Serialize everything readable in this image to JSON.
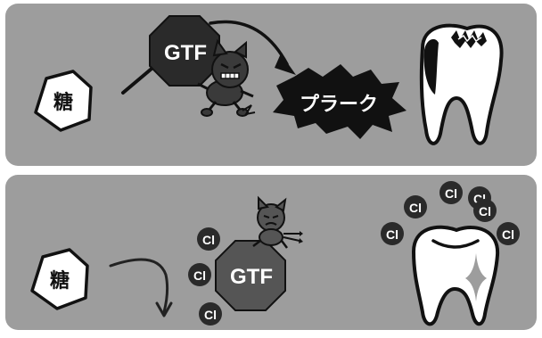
{
  "panel_top": {
    "sugar_label": "糖",
    "enzyme_label": "GTF",
    "plaque_label": "プラーク"
  },
  "panel_bottom": {
    "sugar_label": "糖",
    "enzyme_label": "GTF",
    "chloride_label": "Cl"
  },
  "colors": {
    "panel_bg": "#9d9d9d",
    "enzyme_top": "#2a2a2a",
    "enzyme_bottom": "#555555",
    "plaque": "#111111",
    "tooth": "#ffffff",
    "ion": "#2a2a2a",
    "outline": "#111111"
  },
  "icons": [
    "sugar-hexagon-icon",
    "gtf-octagon-icon",
    "bacteria-character-icon",
    "plaque-splash-icon",
    "decayed-tooth-icon",
    "healthy-tooth-icon",
    "chloride-ion-icon",
    "sparkle-icon"
  ]
}
